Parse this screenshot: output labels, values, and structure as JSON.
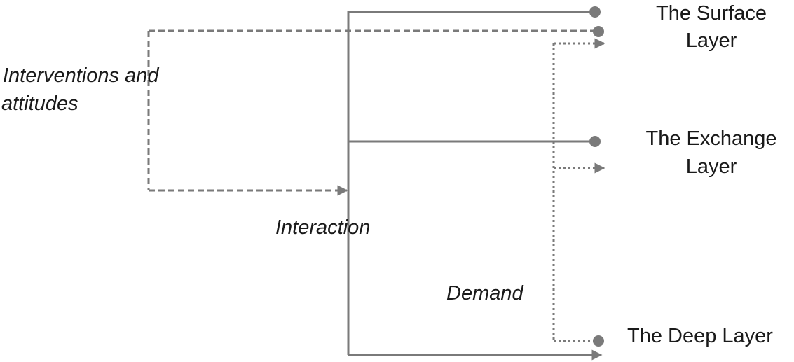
{
  "labels": {
    "interventions_line1": "Interventions and",
    "interventions_line2": "attitudes",
    "interaction": "Interaction",
    "demand": "Demand",
    "surface_line1": "The Surface",
    "surface_line2": "Layer",
    "exchange_line1": "The Exchange",
    "exchange_line2": "Layer",
    "deep": "The Deep Layer"
  },
  "colors": {
    "line": "#7a7a7a",
    "text": "#1a1a1a"
  }
}
